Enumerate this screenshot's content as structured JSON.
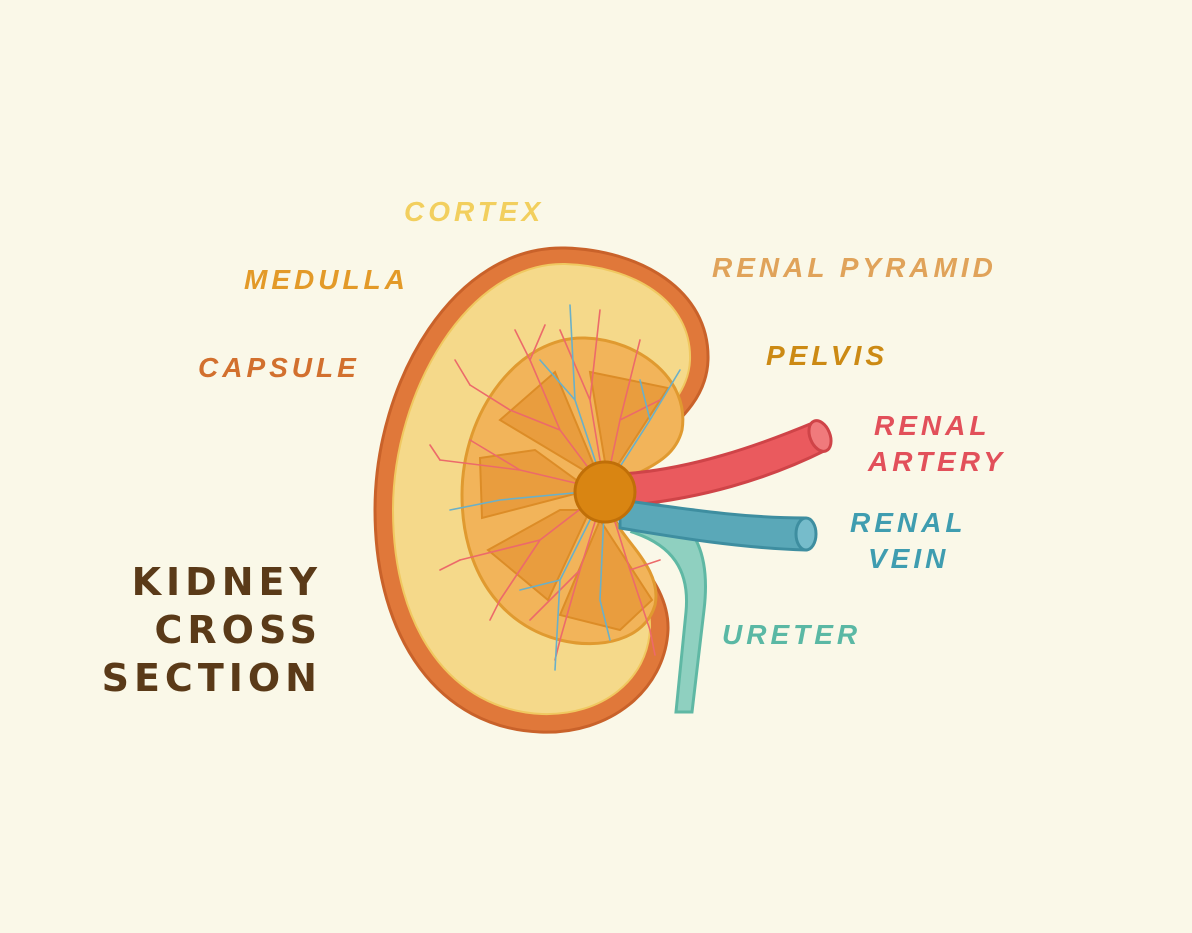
{
  "title_lines": [
    "KIDNEY",
    "CROSS",
    "SECTION"
  ],
  "labels": {
    "cortex": "CORTEX",
    "medulla": "MEDULLA",
    "capsule": "CAPSULE",
    "renal_pyramid": "RENAL PYRAMID",
    "pelvis": "PELVIS",
    "renal_artery": [
      "RENAL",
      "ARTERY"
    ],
    "renal_vein": [
      "RENAL",
      "VEIN"
    ],
    "ureter": "URETER"
  },
  "colors": {
    "background": "#faf8e8",
    "capsule": "#e07a3a",
    "cortex": "#f5d98a",
    "medulla": "#f2b45a",
    "pyramid": "#e89a3a",
    "pelvis": "#d98512",
    "artery": "#e95a5e",
    "vein": "#5aa8b8",
    "ureter": "#7ecab8",
    "title": "#5a3a18"
  }
}
